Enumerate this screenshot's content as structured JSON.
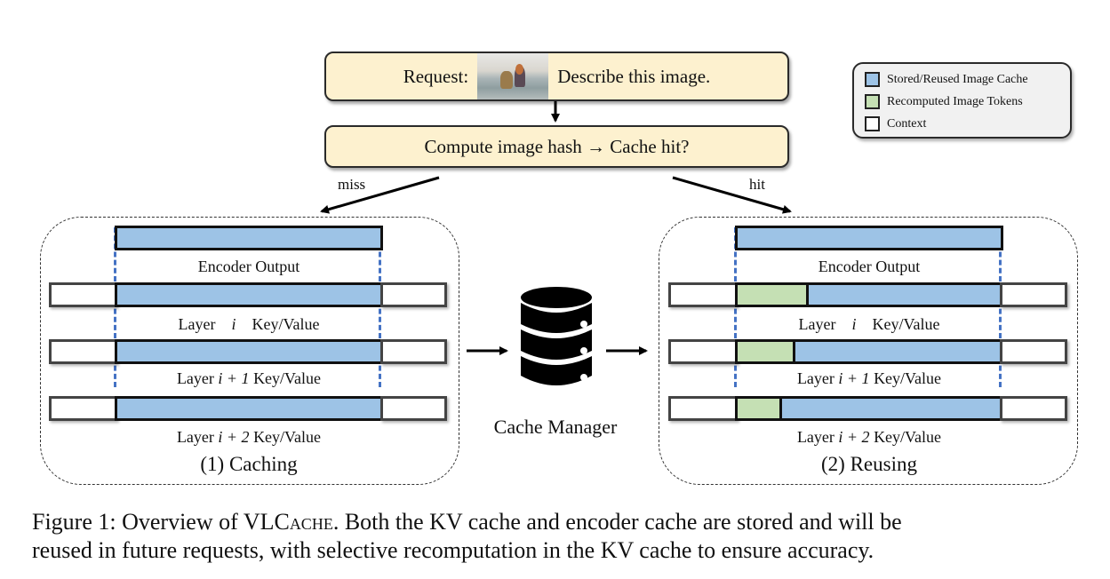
{
  "request_box": {
    "label": "Request:",
    "image_alt": "photo of a person and a dog sitting on a beach",
    "prompt": "Describe this image."
  },
  "hash_box": {
    "text": "Compute image hash → Cache hit?"
  },
  "branches": {
    "miss_label": "miss",
    "hit_label": "hit"
  },
  "legend": {
    "items": [
      {
        "label": "Stored/Reused Image Cache",
        "color": "#9dc3e6"
      },
      {
        "label": "Recomputed Image Tokens",
        "color": "#c5e0b4"
      },
      {
        "label": "Context",
        "color": "#ffffff"
      }
    ]
  },
  "caching_panel": {
    "title": "(1) Caching",
    "encoder_label": "Encoder Output",
    "layers": [
      {
        "prefix": "Layer",
        "var": "i",
        "suffix": "Key/Value"
      },
      {
        "prefix": "Layer",
        "var": "i + 1",
        "suffix": "Key/Value"
      },
      {
        "prefix": "Layer",
        "var": "i + 2",
        "suffix": "Key/Value"
      }
    ]
  },
  "reusing_panel": {
    "title": "(2) Reusing",
    "encoder_label": "Encoder Output",
    "layers": [
      {
        "prefix": "Layer",
        "var": "i",
        "suffix": "Key/Value",
        "recomputed_fraction": 0.26
      },
      {
        "prefix": "Layer",
        "var": "i + 1",
        "suffix": "Key/Value",
        "recomputed_fraction": 0.21
      },
      {
        "prefix": "Layer",
        "var": "i + 2",
        "suffix": "Key/Value",
        "recomputed_fraction": 0.16
      }
    ]
  },
  "cache_manager": {
    "label": "Cache Manager",
    "icon": "database-icon"
  },
  "caption": {
    "prefix": "Figure 1: Overview of ",
    "system_name_first": "VLC",
    "system_name_rest": "ache",
    "line1_rest": ". Both the KV cache and encoder cache are stored and will be",
    "line2": "reused in future requests, with selective recomputation in the KV cache to ensure accuracy."
  }
}
